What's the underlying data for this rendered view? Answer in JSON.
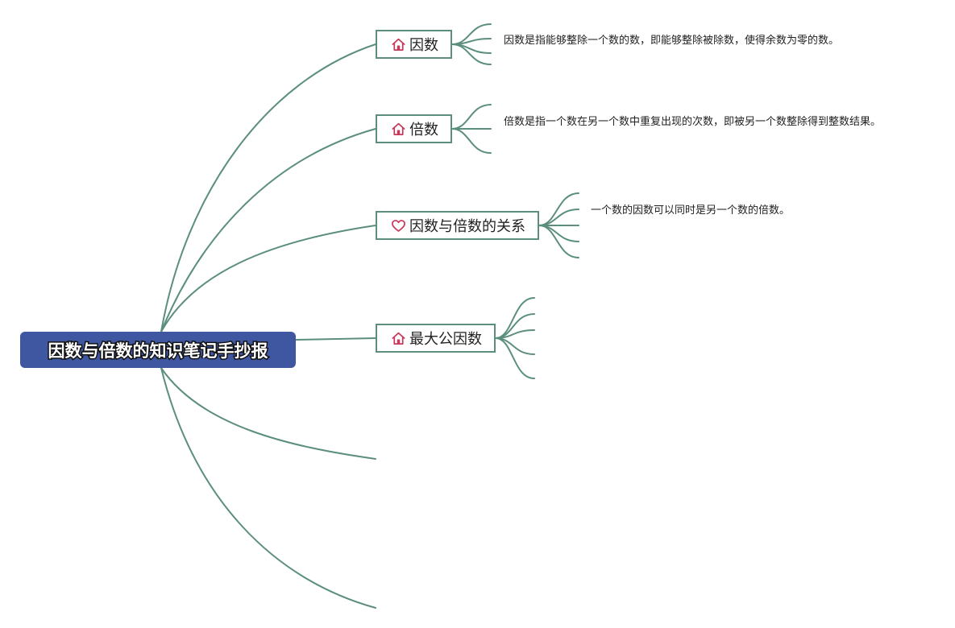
{
  "colors": {
    "root_bg": "#3f57a0",
    "connector": "#5b8f7c",
    "icon_house": "#c8385a",
    "icon_heart": "#c8385a"
  },
  "root": {
    "title": "因数与倍数的知识笔记手抄报"
  },
  "topics": [
    {
      "label": "因数",
      "icon": "house-icon",
      "note": "因数是指能够整除一个数的数，即能够整除被除数，使得余数为零的数。"
    },
    {
      "label": "倍数",
      "icon": "house-icon",
      "note": "倍数是指一个数在另一个数中重复出现的次数，即被另一个数整除得到整数结果。"
    },
    {
      "label": "因数与倍数的关系",
      "icon": "heart-icon",
      "note": "一个数的因数可以同时是另一个数的倍数。"
    },
    {
      "label": "最大公因数",
      "icon": "house-icon",
      "note": ""
    }
  ]
}
